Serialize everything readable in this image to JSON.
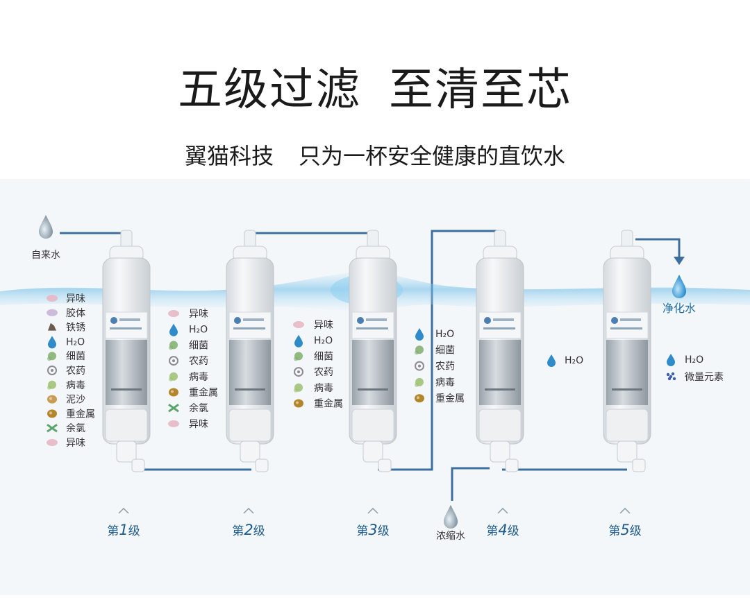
{
  "headline": {
    "left": "五级过滤",
    "right": "至清至芯"
  },
  "tagline": {
    "brand": "翼猫科技",
    "slogan": "只为一杯安全健康的直饮水"
  },
  "inlet_label": "自来水",
  "outlet_label": "净化水",
  "concentrate_label": "浓缩水",
  "stages": [
    {
      "prefix": "第",
      "num": "1",
      "suffix": "级",
      "items": [
        {
          "icon": "odor-icon",
          "label": "异味"
        },
        {
          "icon": "colloid-icon",
          "label": "胶体"
        },
        {
          "icon": "rust-icon",
          "label": "铁锈"
        },
        {
          "icon": "water-drop-icon",
          "label": "H₂O"
        },
        {
          "icon": "bacteria-icon",
          "label": "细菌"
        },
        {
          "icon": "pesticide-icon",
          "label": "农药"
        },
        {
          "icon": "virus-icon",
          "label": "病毒"
        },
        {
          "icon": "sediment-icon",
          "label": "泥沙"
        },
        {
          "icon": "heavy-metal-icon",
          "label": "重金属"
        },
        {
          "icon": "chlorine-icon",
          "label": "余氯"
        },
        {
          "icon": "odor-icon",
          "label": "异味"
        }
      ]
    },
    {
      "prefix": "第",
      "num": "2",
      "suffix": "级",
      "items": [
        {
          "icon": "odor-icon",
          "label": "异味"
        },
        {
          "icon": "water-drop-icon",
          "label": "H₂O"
        },
        {
          "icon": "bacteria-icon",
          "label": "细菌"
        },
        {
          "icon": "pesticide-icon",
          "label": "农药"
        },
        {
          "icon": "virus-icon",
          "label": "病毒"
        },
        {
          "icon": "heavy-metal-icon",
          "label": "重金属"
        },
        {
          "icon": "chlorine-icon",
          "label": "余氯"
        },
        {
          "icon": "odor-icon",
          "label": "异味"
        }
      ]
    },
    {
      "prefix": "第",
      "num": "3",
      "suffix": "级",
      "items": [
        {
          "icon": "odor-icon",
          "label": "异味"
        },
        {
          "icon": "water-drop-icon",
          "label": "H₂O"
        },
        {
          "icon": "bacteria-icon",
          "label": "细菌"
        },
        {
          "icon": "pesticide-icon",
          "label": "农药"
        },
        {
          "icon": "virus-icon",
          "label": "病毒"
        },
        {
          "icon": "heavy-metal-icon",
          "label": "重金属"
        }
      ]
    },
    {
      "prefix": "第",
      "num": "4",
      "suffix": "级",
      "items": [
        {
          "icon": "water-drop-icon",
          "label": "H₂O"
        },
        {
          "icon": "bacteria-icon",
          "label": "细菌"
        },
        {
          "icon": "pesticide-icon",
          "label": "农药"
        },
        {
          "icon": "virus-icon",
          "label": "病毒"
        },
        {
          "icon": "heavy-metal-icon",
          "label": "重金属"
        }
      ]
    },
    {
      "prefix": "第",
      "num": "5",
      "suffix": "级",
      "items": [
        {
          "icon": "water-drop-icon",
          "label": "H₂O"
        }
      ]
    }
  ],
  "output_items": [
    {
      "icon": "water-drop-icon",
      "label": "H₂O"
    },
    {
      "icon": "trace-elements-icon",
      "label": "微量元素"
    }
  ],
  "colors": {
    "pipe": "#3d6f9e",
    "water": "#5fb2e0",
    "stage_text": "#1e5a8c",
    "filter_body": "#e9ecef",
    "filter_core": "#b9c0c6"
  }
}
